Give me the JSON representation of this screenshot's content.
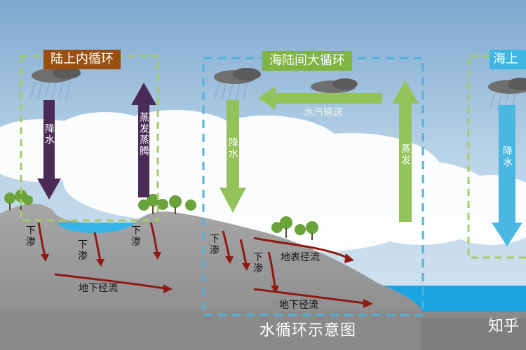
{
  "labels": {
    "inner_cycle": "陆上内循环",
    "sea_land_cycle": "海陆间大循环",
    "sea_cycle_partial": "海上",
    "precipitation": "降水",
    "evaporation_transpiration": "蒸发蒸腾",
    "evaporation": "蒸发",
    "vapor_transport": "水汽输送",
    "infiltration": "下渗",
    "surface_runoff": "地表径流",
    "underground_runoff": "地下径流",
    "caption": "水循环示意图",
    "watermark_partial": "知乎"
  },
  "colors": {
    "inner_cycle_box": "#9a4f10",
    "sea_land_cycle_box": "#7eb43f",
    "sea_cycle_box": "#3db6e3",
    "inner_dash": "#a6c96a",
    "sea_land_dash": "#4fb3dc",
    "precip_inner": "#4b2a56",
    "evap_inner": "#4a2a56",
    "precip_sea_land": "#93c25a",
    "evap_sea_land": "#93c25a",
    "precip_sea": "#4ab7e1",
    "runoff_arrow": "#8f1a12",
    "ground": "#9a9a9a",
    "ocean": "#1aa4e0"
  }
}
